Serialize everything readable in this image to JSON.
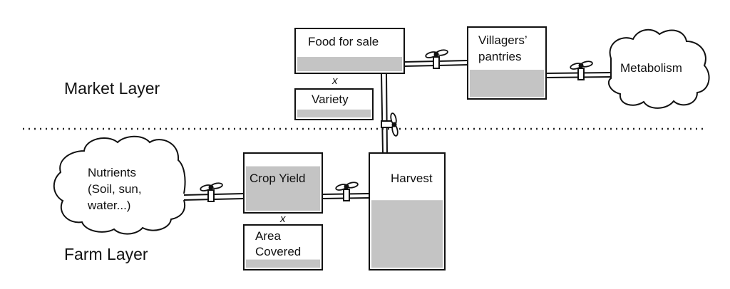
{
  "diagram": {
    "type": "stock-and-flow",
    "layers": {
      "market": {
        "label": "Market Layer"
      },
      "farm": {
        "label": "Farm Layer"
      }
    },
    "stocks": {
      "food_for_sale": {
        "label": "Food for sale",
        "fill": 0.35
      },
      "variety": {
        "label": "Variety",
        "fill": 0.3
      },
      "villagers_pantries": {
        "label": "Villagers’",
        "label2": "pantries",
        "fill": 0.4
      },
      "crop_yield": {
        "label": "Crop Yield",
        "fill": 0.8
      },
      "area_covered": {
        "label": "Area",
        "label2": "Covered",
        "fill": 0.2
      },
      "harvest": {
        "label": "Harvest",
        "fill": 0.6
      }
    },
    "clouds": {
      "metabolism": {
        "label": "Metabolism"
      },
      "nutrients": {
        "lines": [
          "Nutrients",
          "(Soil, sun,",
          "water...)"
        ]
      }
    },
    "operators": {
      "market_multiply": "x",
      "farm_multiply": "x"
    },
    "flows": [
      {
        "from": "Nutrients",
        "to": "Crop Yield"
      },
      {
        "from": "Crop Yield",
        "to": "Harvest"
      },
      {
        "from": "Harvest",
        "to": "Food for sale"
      },
      {
        "from": "Food for sale",
        "to": "Villagers’ pantries"
      },
      {
        "from": "Villagers’ pantries",
        "to": "Metabolism"
      }
    ],
    "colors": {
      "stroke": "#111111",
      "fill": "#c4c4c4",
      "background": "#ffffff"
    }
  }
}
